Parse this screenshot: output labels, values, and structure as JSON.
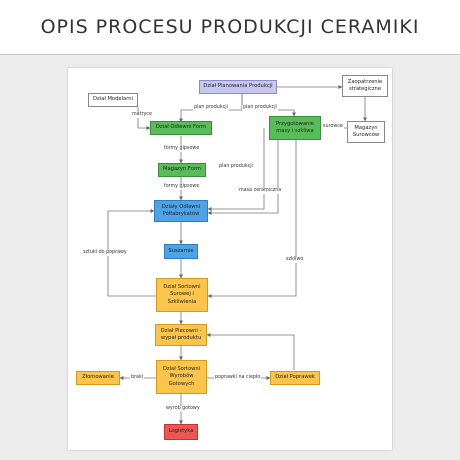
{
  "title": "OPIS PROCESU PRODUKCJI CERAMIKI",
  "nodes": {
    "planowanie": "Dział Planowania Produkcji",
    "zaopatrzenie": "Zaopatrzenie strategiczne",
    "modelarni": "Dział Modelarni",
    "odlewni_form": "Dział Odlewni Form",
    "przygotowanie": "Przygotowanie masy i szkliwa",
    "magazyn_surowcow": "Magazyn Surowców",
    "magazyn_form": "Magazyn Form",
    "odlewni_polfabrykatow": "Działy Odlewni Półfabrykatów",
    "suszarnie": "Suszarnie",
    "sortowni_surowej": "Dział Sortowni Surowej i Szkliwienia",
    "piecowni": "Dział Piecowni - wypał produktu",
    "sortowni_wyrobow": "Dział Sortowni Wyrobów Gotowych",
    "zlomowanie": "Złomowanie",
    "poprawek": "Dział Poprawek",
    "logistyka": "Logistyka"
  },
  "edge_labels": {
    "plan_produkcji_1": "plan produkcji",
    "plan_produkcji_2": "plan produkcji",
    "plan_produkcji_3": "plan produkcji",
    "matryce": "matryce",
    "surowce": "surowce",
    "formy_gipsowe_1": "formy gipsowe",
    "formy_gipsowe_2": "formy gipsowe",
    "masa_ceramiczna": "masa ceramiczna",
    "sztuki_do_poprawy": "sztuki do poprawy",
    "szkliwo": "szkliwo",
    "braki": "braki",
    "poprawki_na_cieplo": "poprawki na ciepło",
    "wyrob_gotowy": "wyrób gotowy"
  }
}
